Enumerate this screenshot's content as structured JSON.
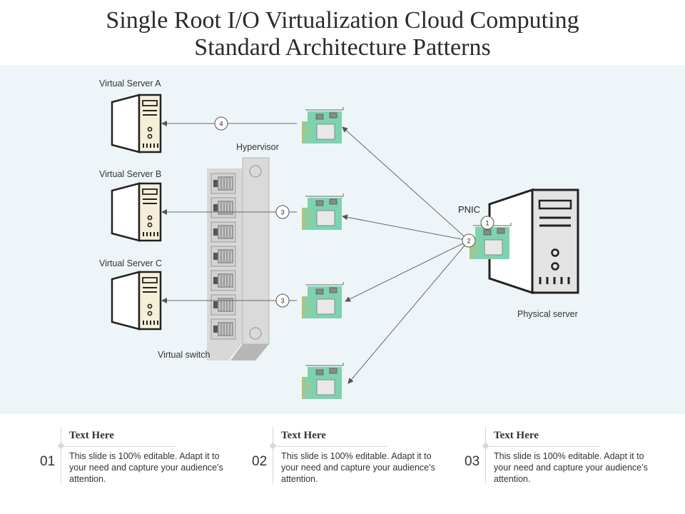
{
  "title": {
    "line1": "Single Root I/O Virtualization Cloud Computing",
    "line2": "Standard Architecture Patterns"
  },
  "labels": {
    "server_a": "Virtual Server  A",
    "server_b": "Virtual Server  B",
    "server_c": "Virtual Server  C",
    "hypervisor": "Hypervisor",
    "virtual_switch": "Virtual switch",
    "pnic": "PNIC",
    "physical_server": "Physical server"
  },
  "markers": {
    "m4": "4",
    "m3_top": "3",
    "m3_bottom": "3",
    "m1": "1",
    "m2": "2"
  },
  "colors": {
    "band": "#eef5f8",
    "nic_board": "#7dd3b0",
    "server_face": "#f6efd8",
    "outline": "#222222"
  },
  "footer": [
    {
      "num": "01",
      "heading": "Text Here",
      "body": "This slide is 100% editable. Adapt it to your need and capture your audience’s attention."
    },
    {
      "num": "02",
      "heading": "Text Here",
      "body": "This slide is 100% editable. Adapt it to your need and capture your audience’s attention."
    },
    {
      "num": "03",
      "heading": "Text Here",
      "body": "This slide is 100% editable. Adapt it to your need and capture your audience’s attention."
    }
  ]
}
